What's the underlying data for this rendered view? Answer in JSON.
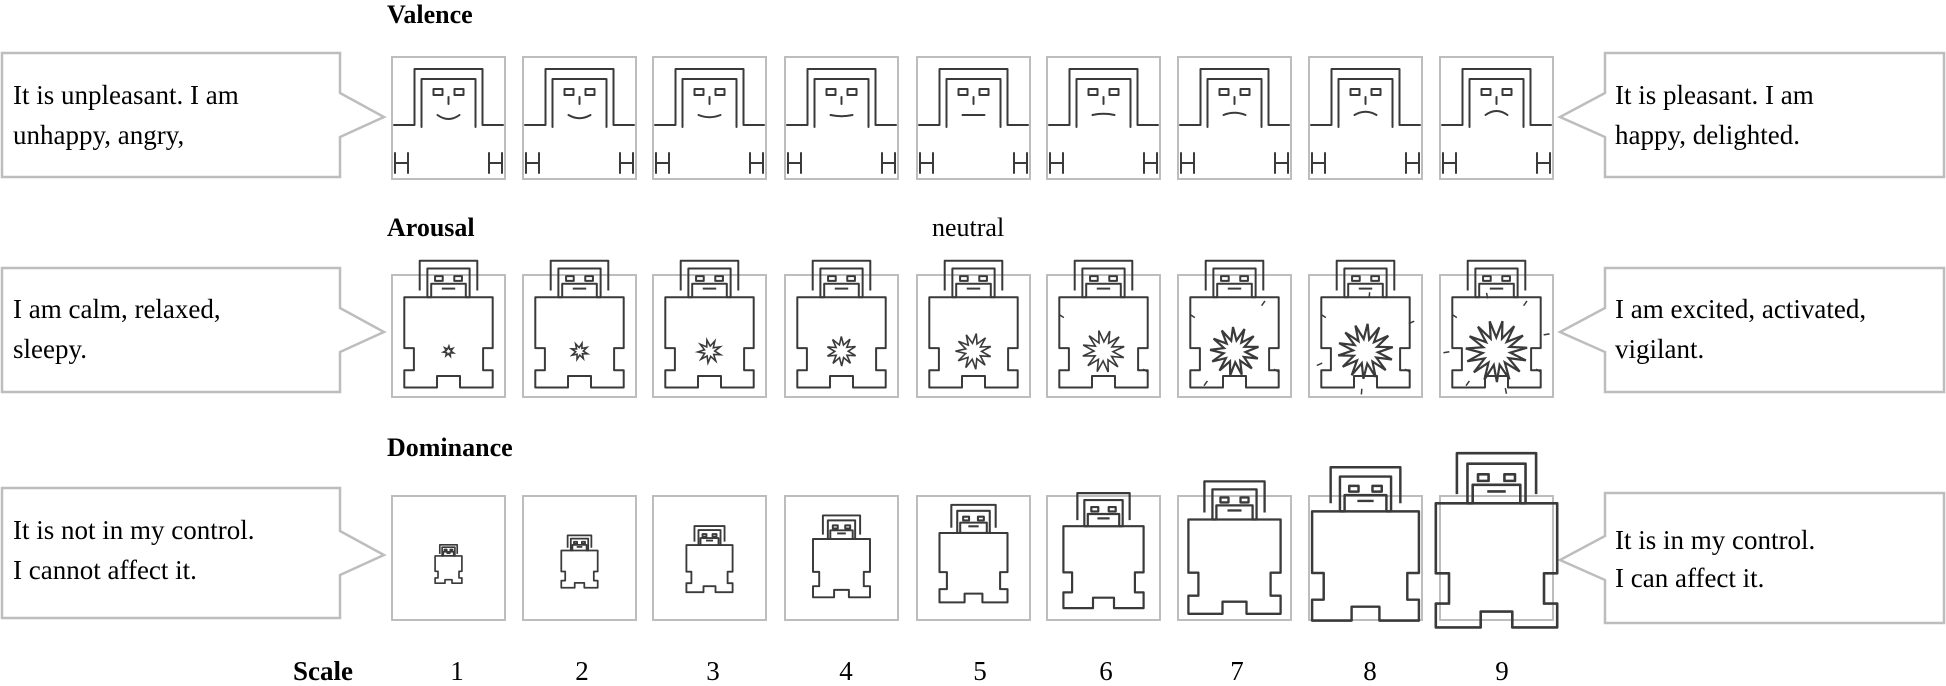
{
  "rows": [
    {
      "key": "valence",
      "title": "Valence",
      "left_text": [
        "It is unpleasant. I am",
        "unhappy, angry,"
      ],
      "right_text": [
        "It is pleasant. I am",
        "happy, delighted."
      ],
      "mouth_curve": [
        -1,
        -0.8,
        -0.55,
        -0.3,
        0,
        0.3,
        0.55,
        0.8,
        1
      ]
    },
    {
      "key": "arousal",
      "title": "Arousal",
      "left_text": [
        "I am calm, relaxed,",
        "sleepy."
      ],
      "right_text": [
        "I am excited, activated,",
        "vigilant."
      ],
      "intensity": [
        1,
        2,
        3,
        4,
        5,
        6,
        7,
        8,
        9
      ]
    },
    {
      "key": "dominance",
      "title": "Dominance",
      "left_text": [
        "It is not in my control.",
        "I cannot affect it."
      ],
      "right_text": [
        "It is in my control.",
        "I can affect it."
      ],
      "relative_size": [
        0.22,
        0.3,
        0.38,
        0.47,
        0.56,
        0.66,
        0.76,
        0.88,
        1.0
      ]
    }
  ],
  "neutral_label": "neutral",
  "scale": {
    "label": "Scale",
    "values": [
      1,
      2,
      3,
      4,
      5,
      6,
      7,
      8,
      9
    ]
  },
  "colors": {
    "box_border": "#bdbdbd",
    "figure_stroke": "#3a3a3a",
    "text": "#000000"
  }
}
